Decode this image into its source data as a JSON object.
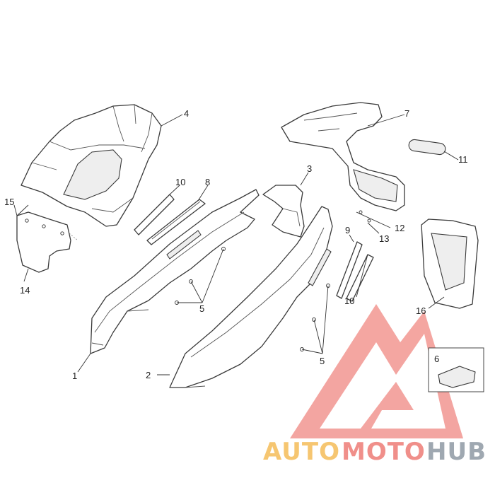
{
  "callouts": {
    "c1": "1",
    "c2": "2",
    "c3": "3",
    "c4": "4",
    "c5a": "5",
    "c5b": "5",
    "c6": "6",
    "c7": "7",
    "c8": "8",
    "c9": "9",
    "c10a": "10",
    "c10b": "10",
    "c11": "11",
    "c12": "12",
    "c13": "13",
    "c14": "14",
    "c15": "15",
    "c16": "16"
  },
  "watermark": {
    "part1": "AUTO",
    "part2": "MOTO",
    "part3": "HUB",
    "color_part1": "#f6c46a",
    "color_part2": "#f08a84",
    "color_part3": "#9aa4ad",
    "triangle_color": "#f3a19c"
  }
}
